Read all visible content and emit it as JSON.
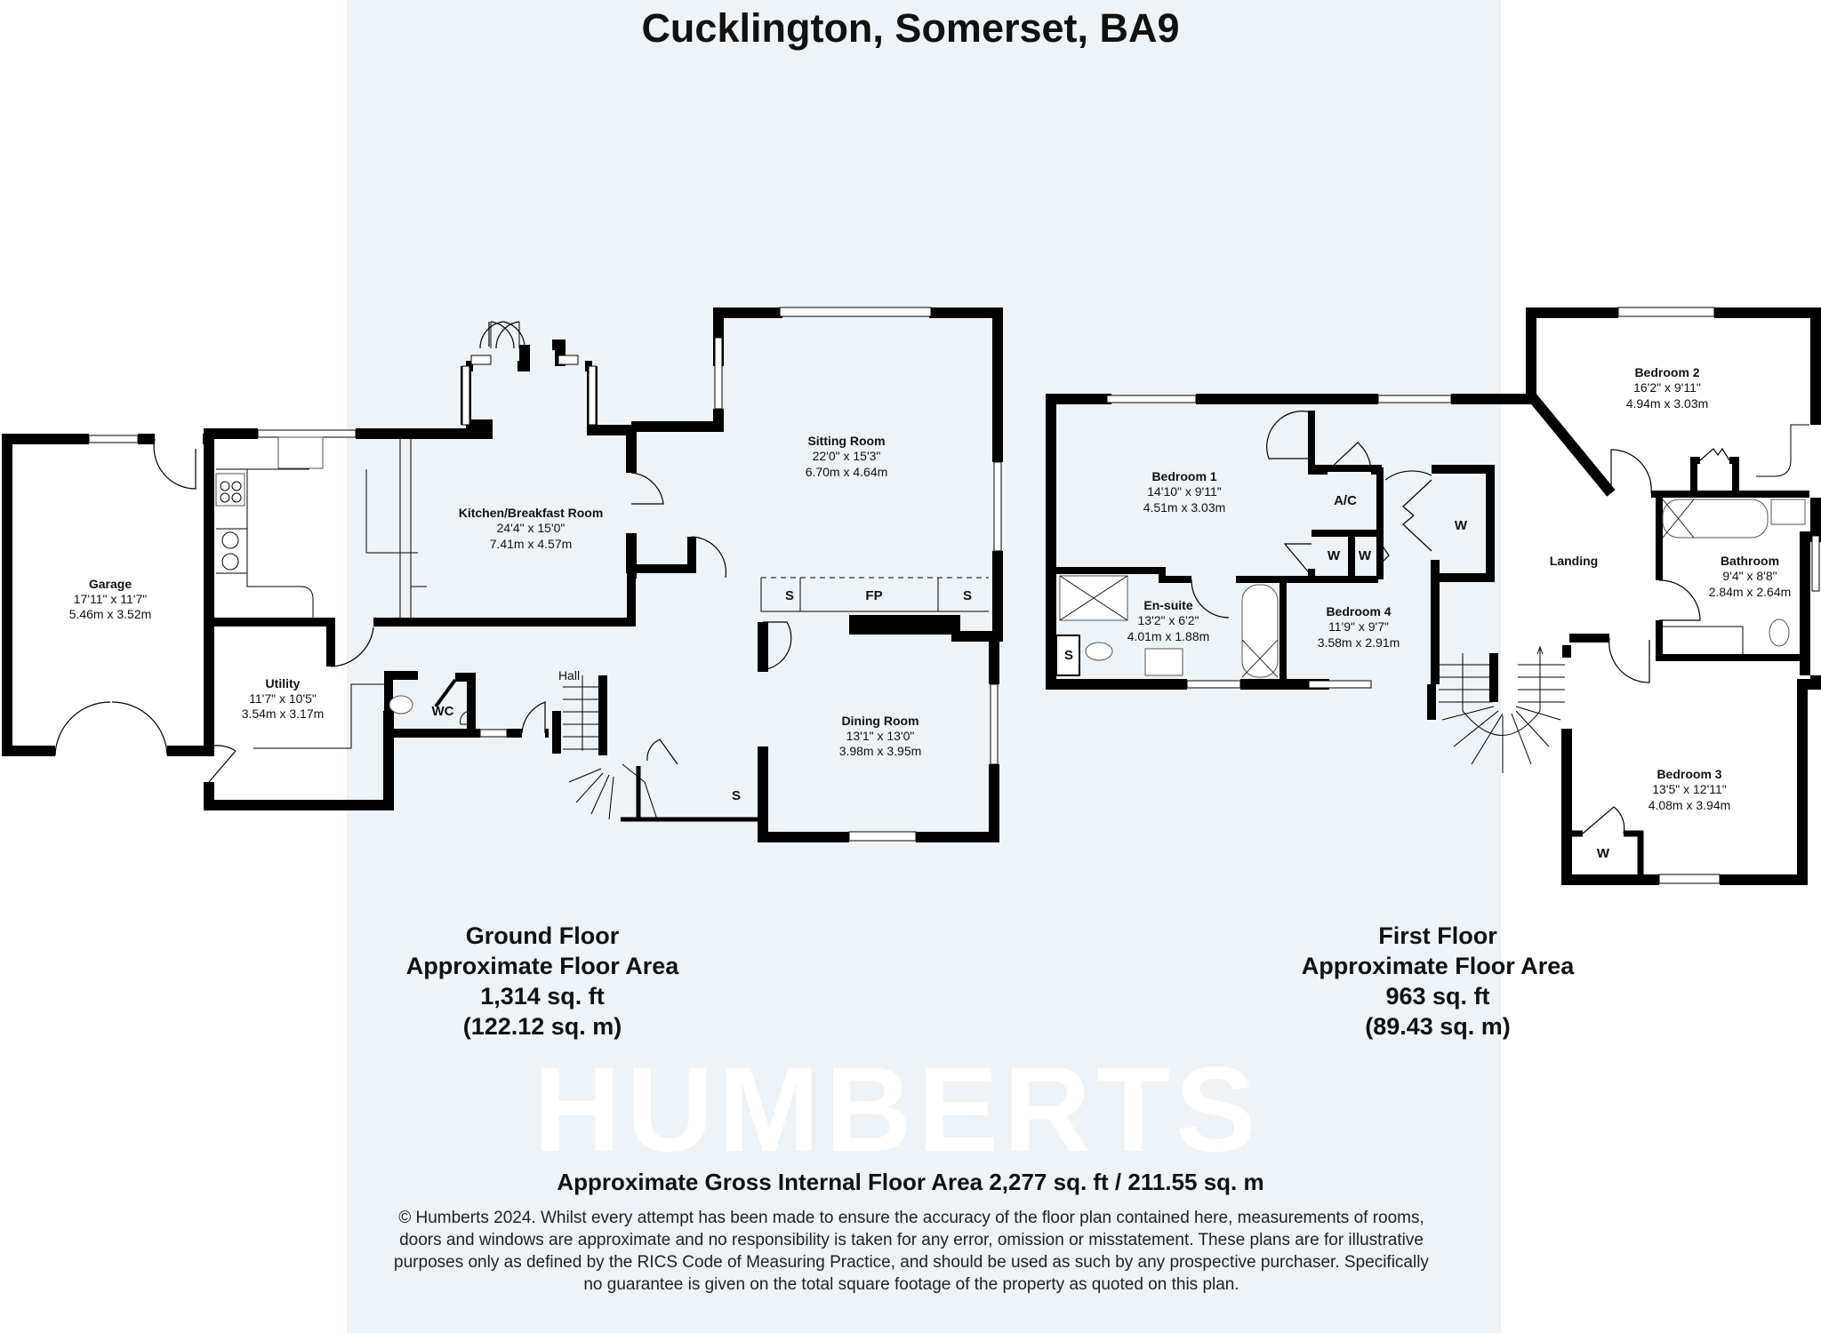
{
  "title": "Cucklington, Somerset, BA9",
  "watermark": "HUMBERTS",
  "colors": {
    "wall": "#000000",
    "band": "#eef3f7",
    "background": "#ffffff",
    "text": "#111111"
  },
  "ground_floor": {
    "summary": {
      "name": "Ground Floor",
      "label": "Approximate Floor Area",
      "sqft": "1,314 sq. ft",
      "sqm": "(122.12 sq. m)"
    },
    "rooms": {
      "garage": {
        "name": "Garage",
        "imperial": "17'11\" x 11'7\"",
        "metric": "5.46m x 3.52m"
      },
      "kitchen": {
        "name": "Kitchen/Breakfast Room",
        "imperial": "24'4\" x 15'0\"",
        "metric": "7.41m x 4.57m"
      },
      "sitting": {
        "name": "Sitting Room",
        "imperial": "22'0\" x 15'3\"",
        "metric": "6.70m x 4.64m"
      },
      "utility": {
        "name": "Utility",
        "imperial": "11'7\" x 10'5\"",
        "metric": "3.54m x 3.17m"
      },
      "dining": {
        "name": "Dining Room",
        "imperial": "13'1\" x 13'0\"",
        "metric": "3.98m x 3.95m"
      },
      "hall": {
        "name": "Hall"
      },
      "wc": {
        "name": "WC"
      }
    },
    "labels": {
      "store_1": "S",
      "store_2": "S",
      "store_3": "S",
      "fireplace": "FP"
    }
  },
  "first_floor": {
    "summary": {
      "name": "First Floor",
      "label": "Approximate Floor Area",
      "sqft": "963 sq. ft",
      "sqm": "(89.43 sq. m)"
    },
    "rooms": {
      "bedroom1": {
        "name": "Bedroom 1",
        "imperial": "14'10\" x 9'11\"",
        "metric": "4.51m x 3.03m"
      },
      "ensuite": {
        "name": "En-suite",
        "imperial": "13'2\" x 6'2\"",
        "metric": "4.01m x 1.88m"
      },
      "bedroom4": {
        "name": "Bedroom 4",
        "imperial": "11'9\" x 9'7\"",
        "metric": "3.58m x 2.91m"
      },
      "bedroom2": {
        "name": "Bedroom 2",
        "imperial": "16'2\" x 9'11\"",
        "metric": "4.94m x 3.03m"
      },
      "bathroom": {
        "name": "Bathroom",
        "imperial": "9'4\" x 8'8\"",
        "metric": "2.84m x 2.64m"
      },
      "bedroom3": {
        "name": "Bedroom 3",
        "imperial": "13'5\" x 12'11\"",
        "metric": "4.08m x 3.94m"
      },
      "landing": {
        "name": "Landing"
      }
    },
    "labels": {
      "airing_cupboard": "A/C",
      "wardrobe_1": "W",
      "wardrobe_2": "W",
      "wardrobe_3": "W",
      "wardrobe_4": "W",
      "store": "S"
    }
  },
  "gross_area": "Approximate Gross Internal Floor Area 2,277 sq. ft / 211.55 sq. m",
  "disclaimer": "© Humberts 2024. Whilst every attempt has been made to ensure the accuracy of the floor plan contained here, measurements of rooms, doors and windows are approximate and no responsibility is taken for any error, omission or misstatement. These plans are for illustrative purposes only as defined by the RICS Code of Measuring Practice, and should be used as such by any prospective purchaser. Specifically no guarantee is given on the total square footage of the property as quoted on this plan."
}
